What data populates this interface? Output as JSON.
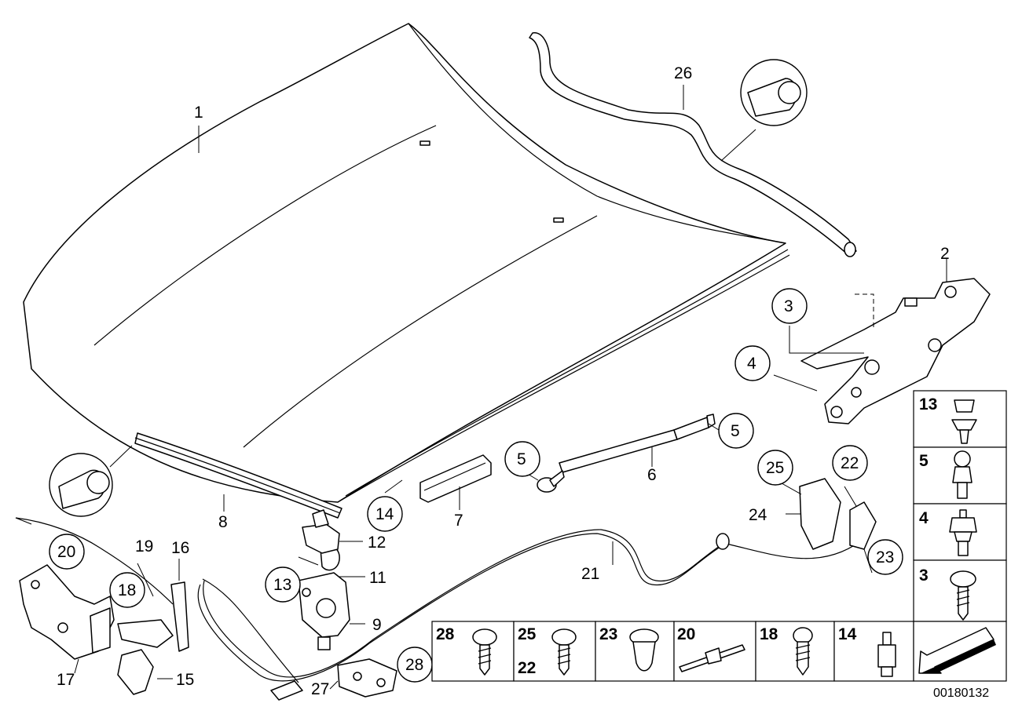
{
  "diagram_id": "00180132",
  "labels": {
    "l1": "1",
    "l2": "2",
    "l3": "3",
    "l4": "4",
    "l5a": "5",
    "l5b": "5",
    "l6": "6",
    "l7": "7",
    "l8": "8",
    "l9": "9",
    "l11": "11",
    "l12": "12",
    "l13": "13",
    "l14": "14",
    "l15": "15",
    "l16": "16",
    "l17": "17",
    "l18": "18",
    "l19": "19",
    "l20": "20",
    "l21": "21",
    "l22": "22",
    "l23": "23",
    "l24": "24",
    "l25": "25",
    "l26": "26",
    "l27": "27",
    "l28": "28"
  },
  "legend": {
    "right": [
      "13",
      "5",
      "4",
      "3"
    ],
    "bottom": [
      "28",
      "25",
      "22",
      "23",
      "20",
      "18",
      "14"
    ]
  }
}
